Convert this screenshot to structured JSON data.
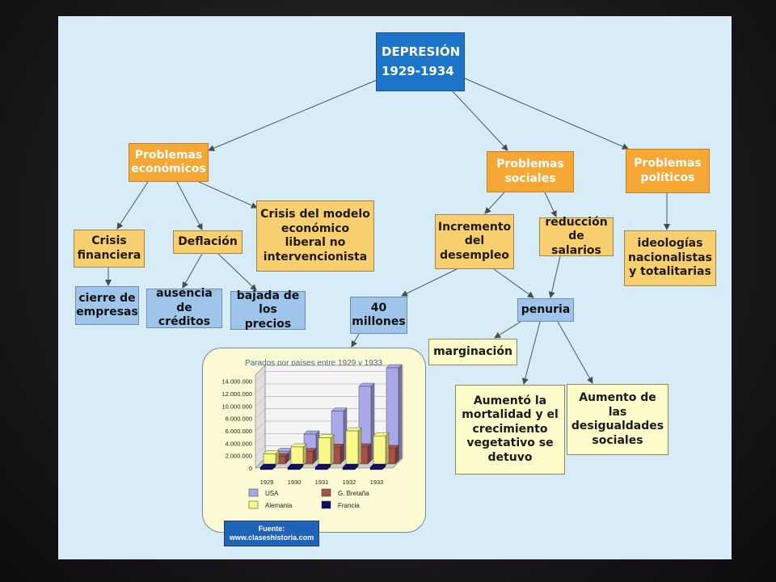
{
  "nodes": {
    "root": "DEPRESIÓN\n1929-1934",
    "econ": "Problemas\neconómicos",
    "soc": "Problemas\nsociales",
    "pol": "Problemas\npolíticos",
    "crisis_fin": "Crisis\nfinanciera",
    "deflacion": "Deflación",
    "crisis_modelo": "Crisis del modelo\neconómico\nliberal no\nintervencionista",
    "incremento": "Incremento\ndel\ndesempleo",
    "reduccion": "reducción\nde salarios",
    "ideologias": "ideologías\nnacionalistas\ny totalitarias",
    "cierre": "cierre de\nempresas",
    "ausencia": "ausencia\nde créditos",
    "bajada": "bajada de\nlos precios",
    "millones": "40\nmillones",
    "penuria": "penuria",
    "marginacion": "marginación",
    "mortalidad": "Aumentó la\nmortalidad y el\ncrecimiento\nvegetativo se\ndetuvo",
    "desigualdades": "Aumento de\nlas\ndesigualdades\nsociales"
  },
  "source": {
    "line1": "Fuente:",
    "line2": "www.claseshistoria.com"
  },
  "colors": {
    "background": "#d7ecf7",
    "root": "#1d75c9",
    "orange": "#f7a733",
    "sand": "#f8cf6e",
    "light_blue": "#9fc6ea",
    "cream": "#fdfbc9"
  },
  "chart_data": {
    "type": "bar",
    "title": "Parados por países entre 1929 y 1933",
    "categories": [
      "1929",
      "1930",
      "1931",
      "1932",
      "1933"
    ],
    "y_ticks": [
      "0",
      "2.000.000",
      "4.000.000",
      "6.000.000",
      "8.000.000",
      "10.000.000",
      "12.000.000",
      "14.000.000"
    ],
    "ylim": [
      0,
      15000000
    ],
    "series": [
      {
        "name": "USA",
        "color": "#a9a8e8",
        "values": [
          1500000,
          4300000,
          8000000,
          12000000,
          15000000
        ]
      },
      {
        "name": "G. Bretaña",
        "color": "#a8504a",
        "values": [
          1200000,
          2000000,
          2700000,
          2750000,
          2500000
        ]
      },
      {
        "name": "Alemania",
        "color": "#fbf88a",
        "values": [
          1900000,
          3000000,
          4500000,
          5600000,
          4800000
        ]
      },
      {
        "name": "Francia",
        "color": "#0b0b70",
        "values": [
          0,
          0,
          100000,
          300000,
          300000
        ]
      }
    ]
  }
}
